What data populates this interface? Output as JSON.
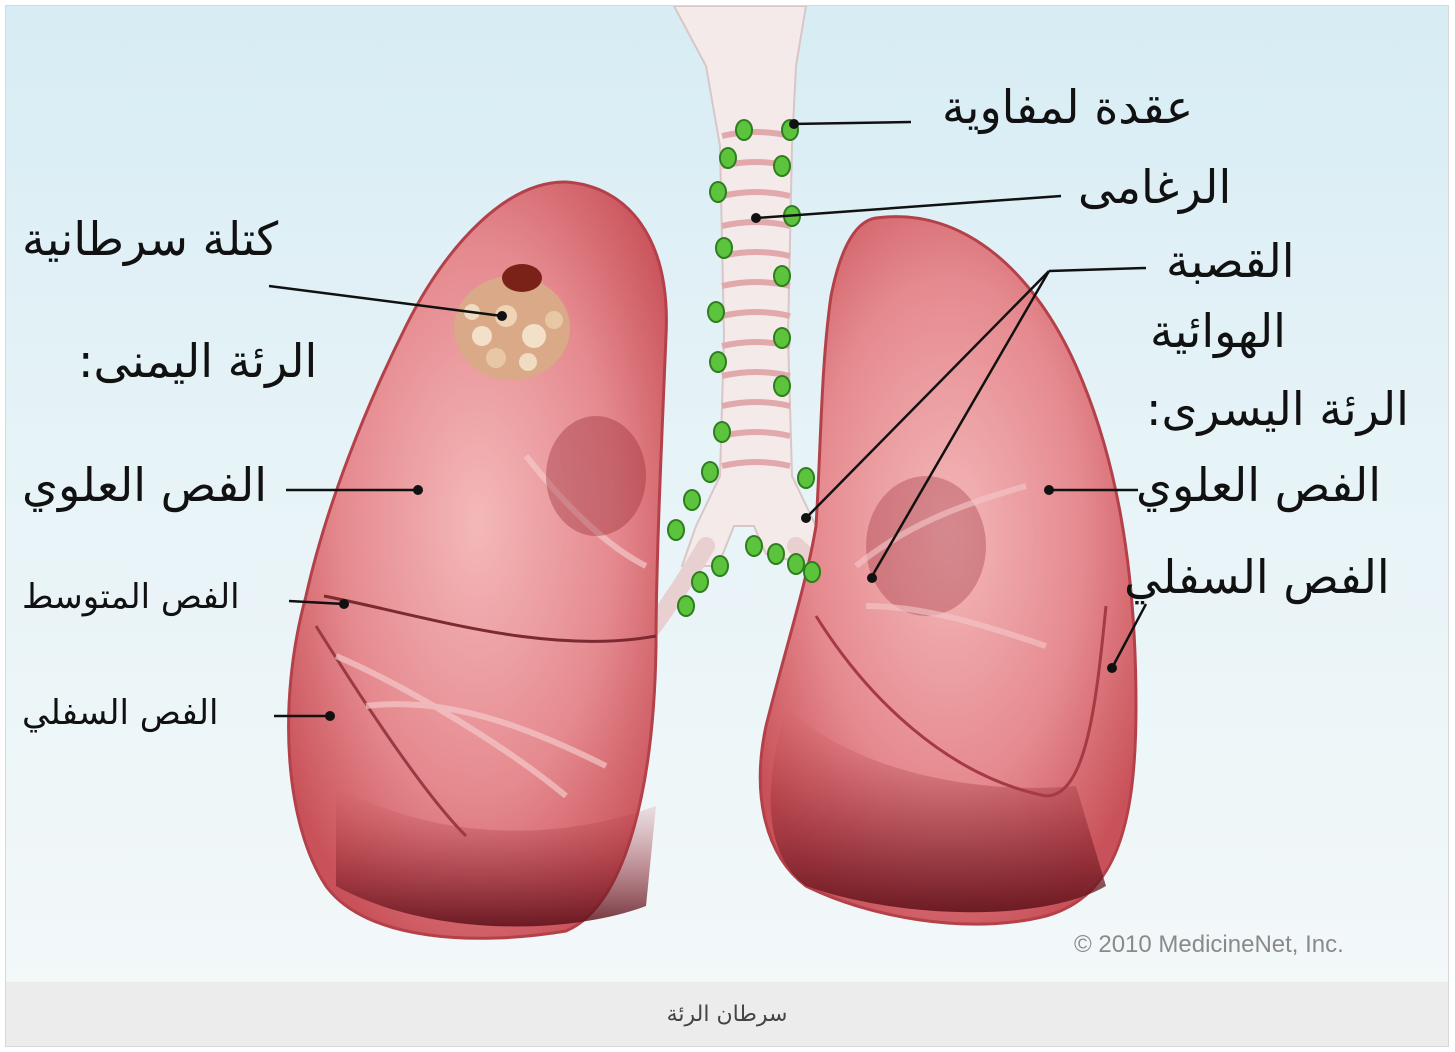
{
  "figure": {
    "labels": {
      "lymph_node": "عقدة لمفاوية",
      "trachea": "الرغامى",
      "bronchus_line1": "القصبة",
      "bronchus_line2": "الهوائية",
      "left_lung_title": "الرئة اليسرى:",
      "left_upper_lobe": "الفص العلوي",
      "left_lower_lobe": "الفص السفلي",
      "tumor": "كتلة سرطانية",
      "right_lung_title": "الرئة اليمنى:",
      "right_upper_lobe": "الفص العلوي",
      "right_middle_lobe": "الفص المتوسط",
      "right_lower_lobe": "الفص السفلي"
    },
    "copyright": "© 2010 MedicineNet, Inc.",
    "colors": {
      "lung": "#e58a8f",
      "lung_dark": "#b8343e",
      "node": "#5cc43c",
      "background": "#dcedf4"
    }
  },
  "caption": "سرطان الرئة"
}
